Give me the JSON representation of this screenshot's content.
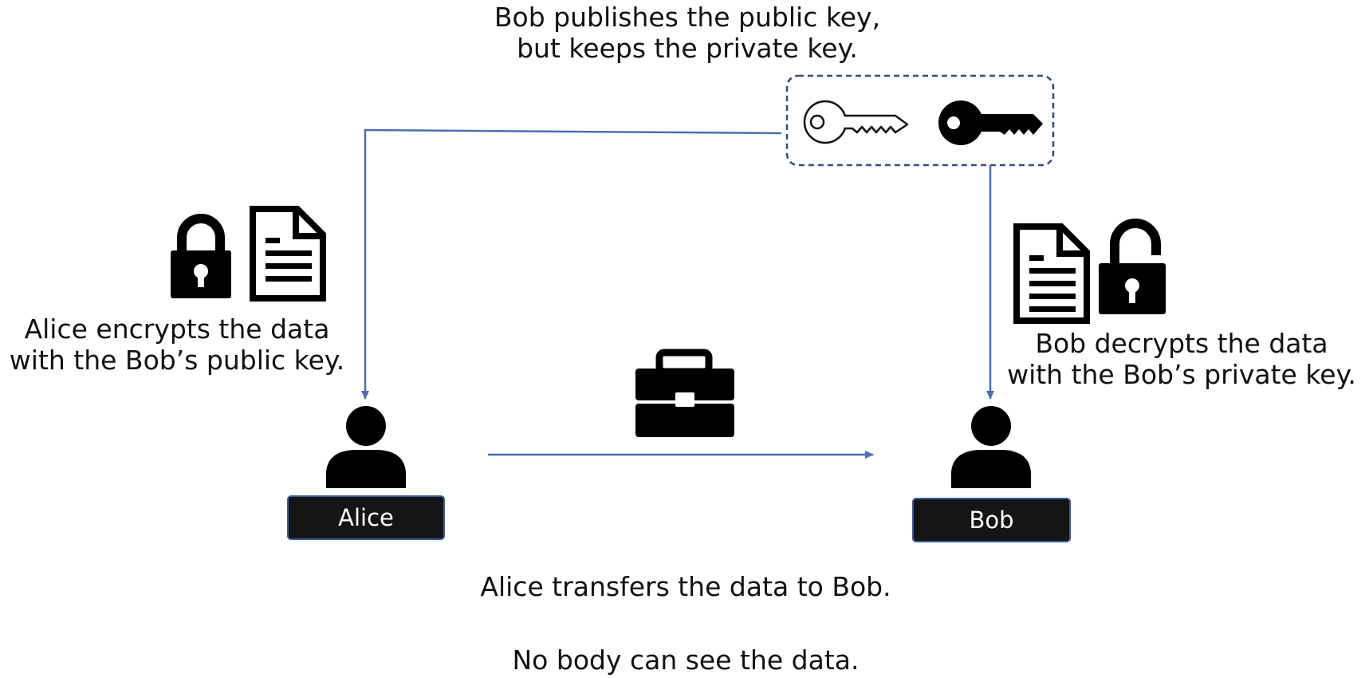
{
  "captions": {
    "publish_line1": "Bob publishes the public key,",
    "publish_line2": "but keeps the private key.",
    "alice_encrypt_line1": "Alice encrypts the data",
    "alice_encrypt_line2": "with the Bob’s public key.",
    "bob_decrypt_line1": "Bob decrypts the data",
    "bob_decrypt_line2": "with the Bob’s private key.",
    "transfer": "Alice transfers the data to Bob.",
    "privacy": "No body can see the data."
  },
  "actors": {
    "alice": "Alice",
    "bob": "Bob"
  },
  "icons": {
    "public_key": "key-outline-icon",
    "private_key": "key-filled-icon",
    "closed_lock": "lock-closed-icon",
    "open_lock": "lock-open-icon",
    "document": "document-icon",
    "briefcase": "briefcase-icon",
    "person": "person-icon"
  },
  "colors": {
    "arrow": "#4a6fb5",
    "key_group_border": "#2f4d86",
    "name_box_fill": "#151515",
    "name_box_border": "#3a5c9c",
    "icon_fill": "#000000"
  }
}
